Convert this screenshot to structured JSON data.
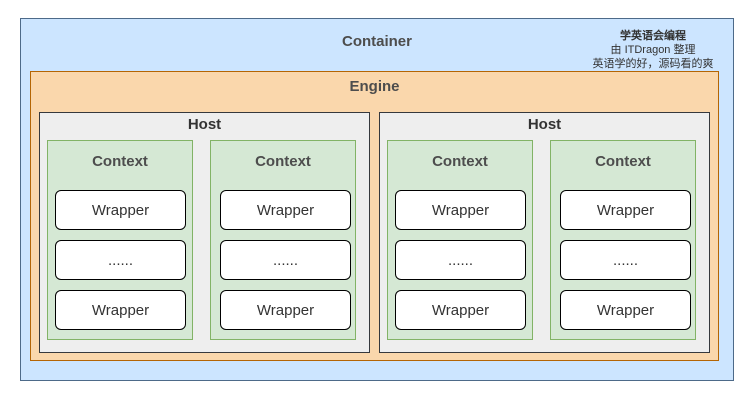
{
  "container": {
    "label": "Container"
  },
  "engine": {
    "label": "Engine"
  },
  "watermark": {
    "line1": "学英语会编程",
    "line2": "由 ITDragon 整理",
    "line3": "英语学的好，源码看的爽"
  },
  "hosts": [
    {
      "label": "Host",
      "contexts": [
        {
          "label": "Context",
          "wrappers": [
            "Wrapper",
            "......",
            "Wrapper"
          ]
        },
        {
          "label": "Context",
          "wrappers": [
            "Wrapper",
            "......",
            "Wrapper"
          ]
        }
      ]
    },
    {
      "label": "Host",
      "contexts": [
        {
          "label": "Context",
          "wrappers": [
            "Wrapper",
            "......",
            "Wrapper"
          ]
        },
        {
          "label": "Context",
          "wrappers": [
            "Wrapper",
            "......",
            "Wrapper"
          ]
        }
      ]
    }
  ]
}
